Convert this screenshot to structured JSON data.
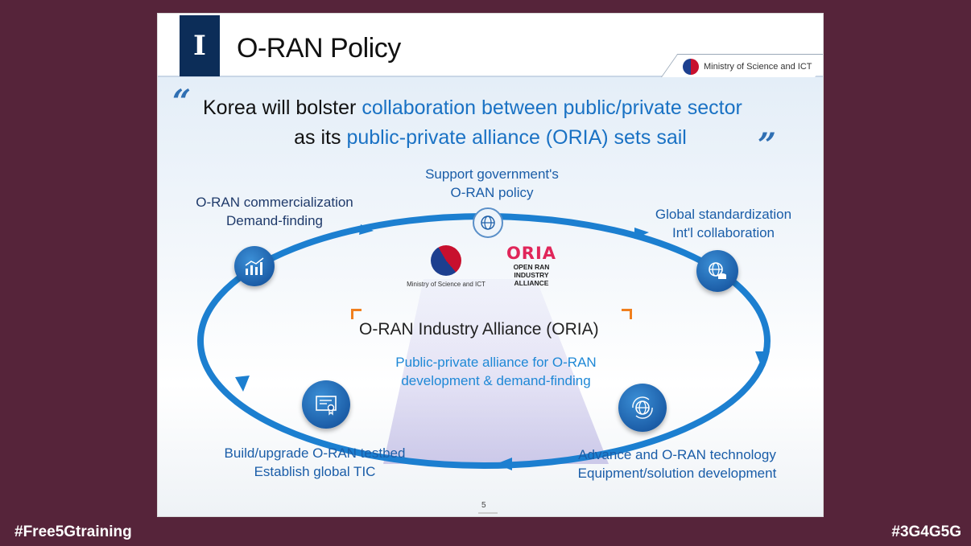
{
  "slide": {
    "section_number": "I",
    "title": "O-RAN Policy",
    "ministry_label": "Ministry of Science and ICT",
    "headline": {
      "line1_plain": "Korea will bolster ",
      "line1_highlight": "collaboration between public/private sector",
      "line2_plain": "as its ",
      "line2_highlight": "public-private alliance (ORIA) sets sail"
    },
    "quote_open": "“",
    "quote_close": "”",
    "cycle": {
      "top": {
        "line1": "Support government's",
        "line2": "O-RAN policy"
      },
      "top_left": {
        "line1": "O-RAN commercialization",
        "line2": "Demand-finding"
      },
      "top_right": {
        "line1": "Global standardization",
        "line2": "Int'l collaboration"
      },
      "bottom_left": {
        "line1": "Build/upgrade O-RAN testbed",
        "line2": "Establish global TIC"
      },
      "bottom_right": {
        "line1": "Advance and O-RAN technology",
        "line2": "Equipment/solution development"
      }
    },
    "center": {
      "title": "O-RAN Industry Alliance (ORIA)",
      "desc_line1": "Public-private alliance for O-RAN",
      "desc_line2": "development & demand-finding"
    },
    "logo_msit_label": "Ministry of Science and ICT",
    "logo_oria": {
      "mark": "ORIA",
      "line1": "OPEN RAN",
      "line2": "INDUSTRY",
      "line3": "ALLIANCE"
    },
    "page_number": "5"
  },
  "hashtags": {
    "left": "#Free5Gtraining",
    "right": "#3G4G5G"
  },
  "colors": {
    "background": "#56243a",
    "title_block": "#0c2d58",
    "accent_blue": "#1a72c4",
    "ring_blue": "#1c7fd0",
    "accent_orange": "#f07f1e"
  },
  "icons": [
    "analytics-chart-icon",
    "globe-network-icon",
    "globe-database-icon",
    "certificate-icon",
    "globe-refresh-icon"
  ]
}
